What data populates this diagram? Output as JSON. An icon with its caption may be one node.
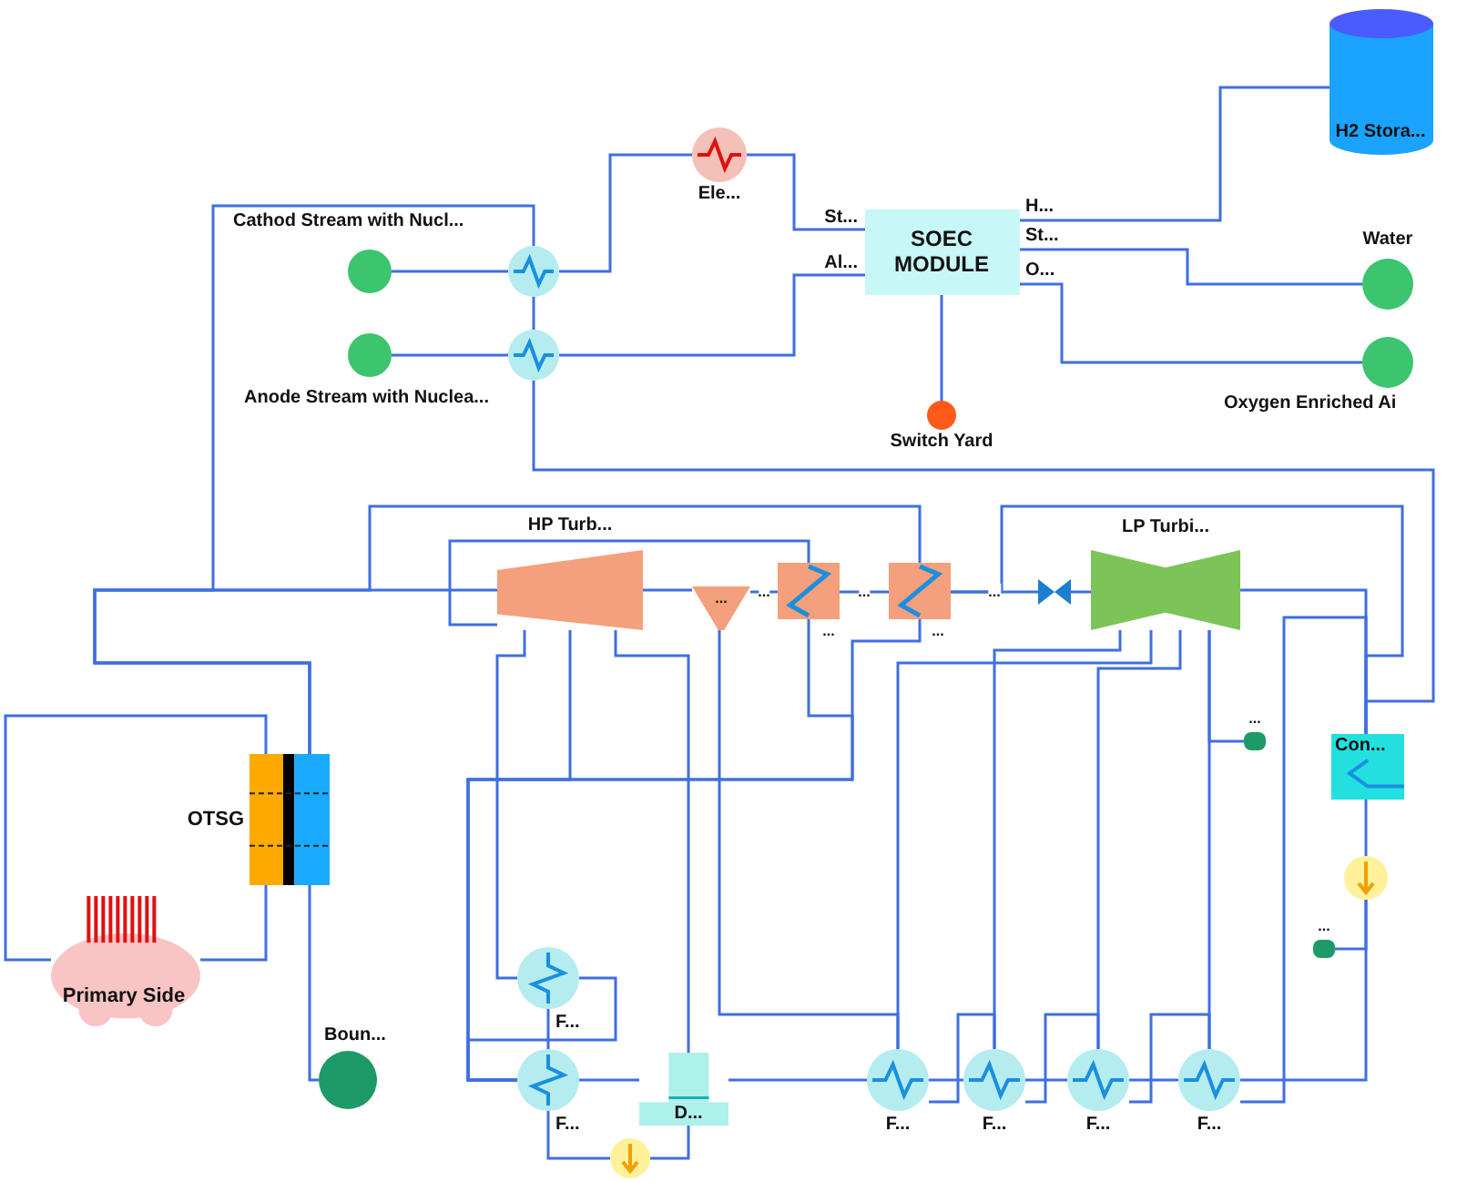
{
  "diagram": {
    "nodes": [
      {
        "text": [
          "Cathod Stream with Nucl..."
        ]
      },
      {
        "text": [
          "Anode Stream with Nuclea..."
        ]
      },
      {
        "text": [],
        "shape": "circle"
      },
      {
        "text": [],
        "shape": "circle"
      },
      {
        "text": [
          "Ele..."
        ]
      },
      {
        "text": [
          "SOEC MODULE"
        ],
        "beside": [
          "St...",
          "Al...",
          "H...",
          "St...",
          "O..."
        ]
      },
      {
        "text": [
          "Switch Yard"
        ]
      },
      {
        "text": [
          "H2 Stora..."
        ]
      },
      {
        "text": [
          "Water"
        ]
      },
      {
        "text": [
          "Oxygen Enriched Ai"
        ]
      },
      {
        "text": [
          "HP Turb..."
        ]
      },
      {
        "text": [
          "..."
        ]
      },
      {
        "text": [
          "..."
        ]
      },
      {
        "text": [
          "..."
        ]
      },
      {
        "text": [],
        "shape": "valve"
      },
      {
        "text": [
          "LP Turbi..."
        ]
      },
      {
        "text": [
          "Con..."
        ]
      },
      {
        "text": [],
        "shape": "circle"
      },
      {
        "text": [
          "..."
        ]
      },
      {
        "text": [
          "..."
        ]
      },
      {
        "text": [
          "OTSG"
        ]
      },
      {
        "text": [
          "Primary Side"
        ]
      },
      {
        "text": [
          "Boun..."
        ]
      },
      {
        "text": [
          "F..."
        ]
      },
      {
        "text": [
          "F..."
        ]
      },
      {
        "text": [
          "D..."
        ]
      },
      {
        "text": [],
        "shape": "circle"
      },
      {
        "text": [
          "F..."
        ]
      },
      {
        "text": [
          "F..."
        ]
      },
      {
        "text": [
          "F..."
        ]
      },
      {
        "text": [
          "F..."
        ]
      }
    ],
    "edges": [
      {
        "from": 2,
        "to": 0,
        "arrow": "none"
      },
      {
        "from": 3,
        "to": 1,
        "arrow": "none"
      },
      {
        "from": 0,
        "to": 1,
        "arrow": "none"
      },
      {
        "from": 0,
        "to": 4,
        "arrow": "none"
      },
      {
        "from": 4,
        "to": 5,
        "arrow": "none"
      },
      {
        "from": 1,
        "to": 5,
        "arrow": "none"
      },
      {
        "from": 5,
        "to": 6,
        "arrow": "none"
      },
      {
        "from": 5,
        "to": 7,
        "arrow": "none"
      },
      {
        "from": 5,
        "to": 8,
        "arrow": "none"
      },
      {
        "from": 5,
        "to": 9,
        "arrow": "none"
      },
      {
        "from": 21,
        "to": 20,
        "arrow": "none"
      },
      {
        "from": 20,
        "to": 21,
        "arrow": "none"
      },
      {
        "from": 20,
        "to": 22,
        "arrow": "none"
      },
      {
        "from": 20,
        "to": 10,
        "arrow": "none"
      },
      {
        "from": 20,
        "to": 0,
        "arrow": "none"
      },
      {
        "from": 20,
        "to": 13,
        "arrow": "none"
      },
      {
        "from": 10,
        "to": 11,
        "arrow": "none"
      },
      {
        "from": 11,
        "to": 12,
        "arrow": "none",
        "label": "..."
      },
      {
        "from": 12,
        "to": 13,
        "arrow": "none",
        "label": "..."
      },
      {
        "from": 13,
        "to": 14,
        "arrow": "none",
        "label": "..."
      },
      {
        "from": 14,
        "to": 15,
        "arrow": "none"
      },
      {
        "from": 13,
        "to": 16,
        "arrow": "none"
      },
      {
        "from": 15,
        "to": 16,
        "arrow": "none"
      },
      {
        "from": 1,
        "to": 16,
        "arrow": "none"
      },
      {
        "from": 10,
        "to": 12,
        "arrow": "none"
      },
      {
        "from": 10,
        "to": 23,
        "arrow": "none"
      },
      {
        "from": 10,
        "to": 24,
        "arrow": "none"
      },
      {
        "from": 12,
        "to": 24,
        "arrow": "none"
      },
      {
        "from": 13,
        "to": 24,
        "arrow": "none"
      },
      {
        "from": 10,
        "to": 25,
        "arrow": "none"
      },
      {
        "from": 23,
        "to": 24,
        "arrow": "none"
      },
      {
        "from": 23,
        "to": 24,
        "arrow": "none"
      },
      {
        "from": 24,
        "to": 25,
        "arrow": "none"
      },
      {
        "from": 25,
        "to": 26,
        "arrow": "none"
      },
      {
        "from": 26,
        "to": 24,
        "arrow": "none"
      },
      {
        "from": 11,
        "to": 27,
        "arrow": "none"
      },
      {
        "from": 15,
        "to": 27,
        "arrow": "none"
      },
      {
        "from": 15,
        "to": 28,
        "arrow": "none"
      },
      {
        "from": 15,
        "to": 29,
        "arrow": "none"
      },
      {
        "from": 15,
        "to": 30,
        "arrow": "none"
      },
      {
        "from": 27,
        "to": 28,
        "arrow": "none"
      },
      {
        "from": 28,
        "to": 29,
        "arrow": "none"
      },
      {
        "from": 29,
        "to": 30,
        "arrow": "none"
      },
      {
        "from": 30,
        "to": 16,
        "arrow": "none"
      },
      {
        "from": 16,
        "to": 17,
        "arrow": "none"
      },
      {
        "from": 17,
        "to": 30,
        "arrow": "none"
      },
      {
        "from": 30,
        "to": 29,
        "arrow": "none"
      },
      {
        "from": 29,
        "to": 28,
        "arrow": "none"
      },
      {
        "from": 28,
        "to": 27,
        "arrow": "none"
      },
      {
        "from": 27,
        "to": 25,
        "arrow": "none"
      },
      {
        "from": 18,
        "to": 15,
        "arrow": "none"
      },
      {
        "from": 19,
        "to": 17,
        "arrow": "none"
      }
    ]
  }
}
